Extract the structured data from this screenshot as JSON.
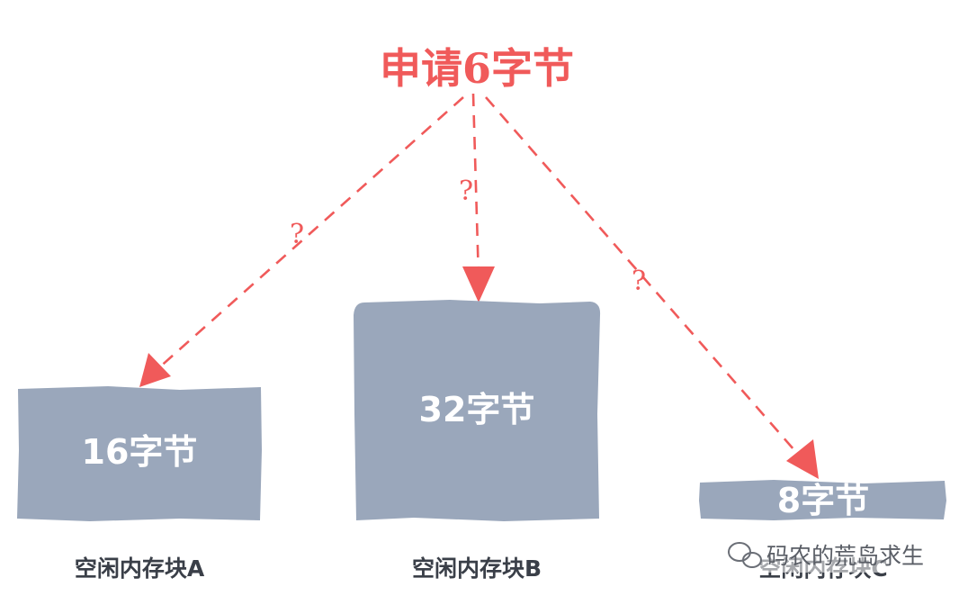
{
  "title": "申请6字节",
  "question_mark": "?",
  "blocks": [
    {
      "size_label": "16字节",
      "caption": "空闲内存块A"
    },
    {
      "size_label": "32字节",
      "caption": "空闲内存块B"
    },
    {
      "size_label": "8字节",
      "caption": "空闲内存块C"
    }
  ],
  "watermark": "码农的荒岛求生",
  "colors": {
    "accent": "#f05a5a",
    "block": "#9aa7bb",
    "caption": "#3a3f48"
  }
}
